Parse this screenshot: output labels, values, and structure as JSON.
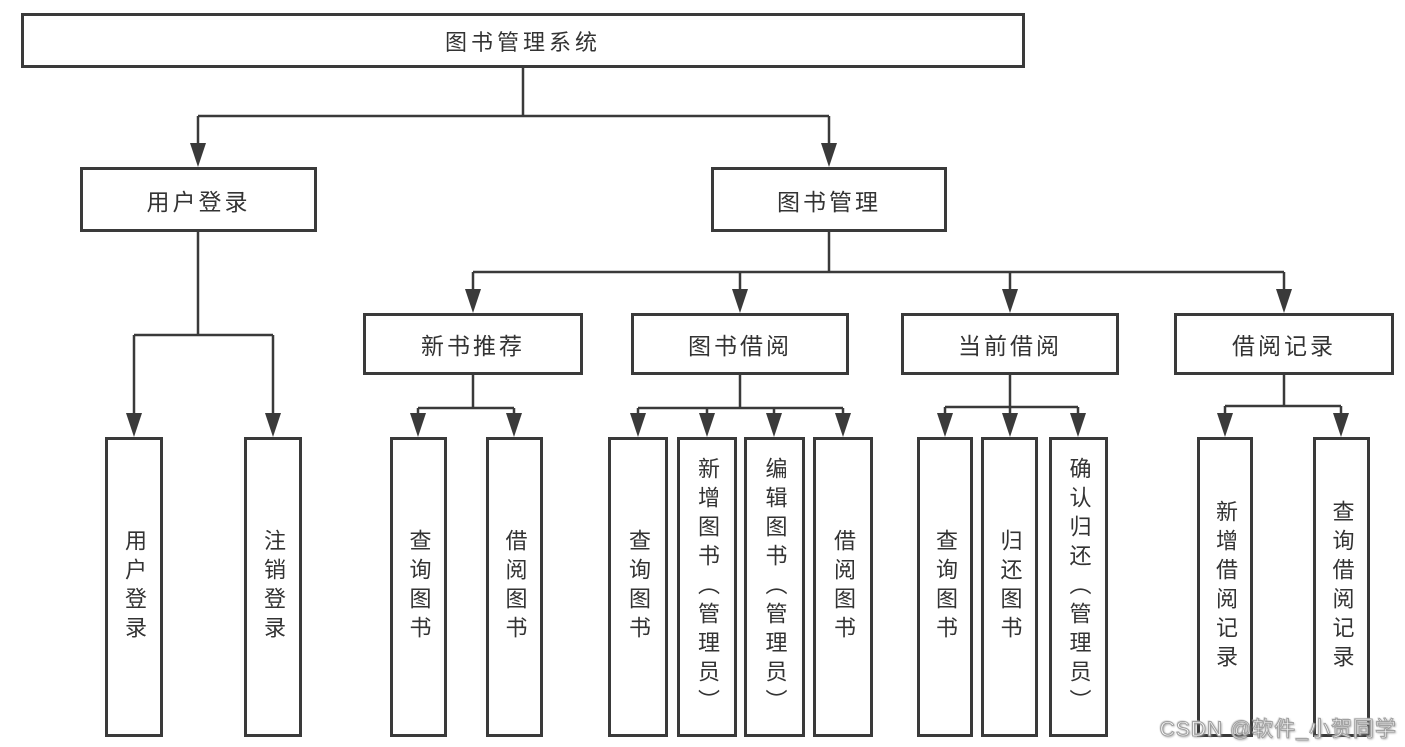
{
  "root": {
    "label": "图书管理系统"
  },
  "branches": [
    {
      "id": "user-login",
      "label": "用户登录"
    },
    {
      "id": "book-management",
      "label": "图书管理"
    }
  ],
  "modules": [
    {
      "id": "new-book-recommendation",
      "label": "新书推荐",
      "parent": "图书管理"
    },
    {
      "id": "book-borrowing",
      "label": "图书借阅",
      "parent": "图书管理"
    },
    {
      "id": "current-borrowing",
      "label": "当前借阅",
      "parent": "图书管理"
    },
    {
      "id": "borrowing-records",
      "label": "借阅记录",
      "parent": "图书管理"
    }
  ],
  "leaves": [
    {
      "parent": "用户登录",
      "label": "用户登录"
    },
    {
      "parent": "用户登录",
      "label": "注销登录"
    },
    {
      "parent": "新书推荐",
      "label": "查询图书"
    },
    {
      "parent": "新书推荐",
      "label": "借阅图书"
    },
    {
      "parent": "图书借阅",
      "label": "查询图书"
    },
    {
      "parent": "图书借阅",
      "label": "新增图书（管理员）"
    },
    {
      "parent": "图书借阅",
      "label": "编辑图书（管理员）"
    },
    {
      "parent": "图书借阅",
      "label": "借阅图书"
    },
    {
      "parent": "当前借阅",
      "label": "查询图书"
    },
    {
      "parent": "当前借阅",
      "label": "归还图书"
    },
    {
      "parent": "当前借阅",
      "label": "确认归还（管理员）"
    },
    {
      "parent": "借阅记录",
      "label": "新增借阅记录"
    },
    {
      "parent": "借阅记录",
      "label": "查询借阅记录"
    }
  ],
  "watermark": {
    "text": "CSDN @软件_小贺同学"
  },
  "colors": {
    "line": "#3a3a3a",
    "text": "#333333",
    "background": "#ffffff",
    "box_fill": "#ffffff",
    "watermark_fill": "#ffffff",
    "watermark_outline": "#a0a0a0"
  }
}
